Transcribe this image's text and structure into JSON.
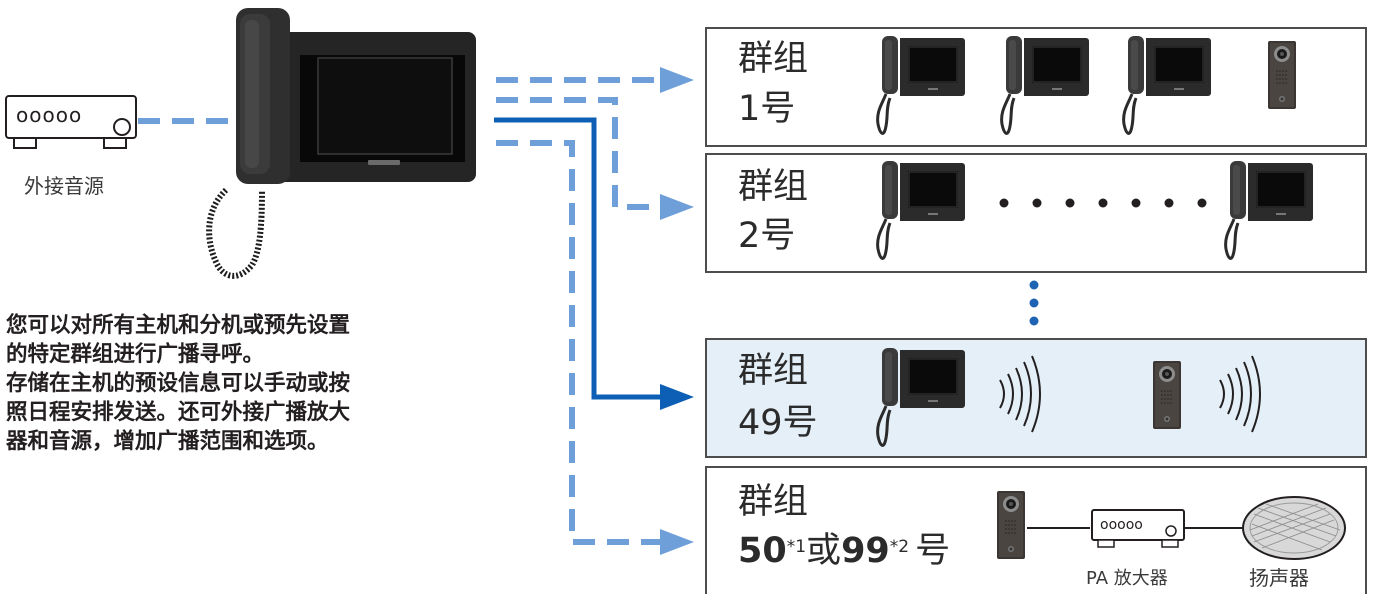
{
  "source_device": {
    "label": "外接音源",
    "display": "ooooo"
  },
  "description": [
    "您可以对所有主机和分机或预先设置",
    "的特定群组进行广播寻呼。",
    "存储在主机的预设信息可以手动或按",
    "照日程安排发送。还可外接广播放大",
    "器和音源，增加广播范围和选项。"
  ],
  "groups": [
    {
      "title": "群组",
      "number": "1号"
    },
    {
      "title": "群组",
      "number": "2号"
    },
    {
      "title": "群组",
      "number": "49号"
    },
    {
      "title": "群组",
      "num_a": "50",
      "sup_a": "*1",
      "or": "或",
      "num_b": "99",
      "sup_b": "*2",
      "unit": "号"
    }
  ],
  "amplifier": {
    "label": "PA 放大器",
    "display": "ooooo"
  },
  "speaker": {
    "label": "扬声器"
  },
  "colors": {
    "dashed_arrow": "#6f9fd8",
    "solid_arrow": "#0c5fb4",
    "active_group_bg": "#e4eff8",
    "device_body": "#2d2d2d",
    "screen": "#0b0b0b"
  }
}
